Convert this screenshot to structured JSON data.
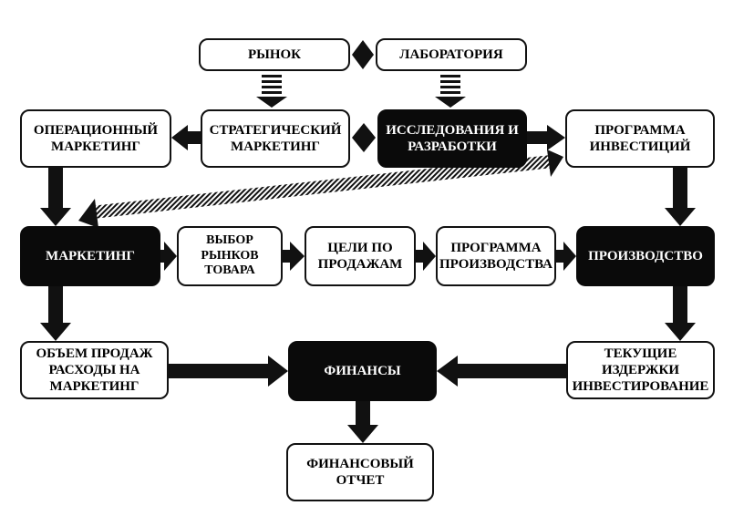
{
  "nodes": {
    "rynok": "РЫНОК",
    "laboratoriya": "ЛАБОРАТОРИЯ",
    "operatsionny_marketing": "ОПЕРАЦИОННЫЙ\nМАРКЕТИНГ",
    "strategichesky_marketing": "СТРАТЕГИЧЕСКИЙ\nМАРКЕТИНГ",
    "issledovaniya": "ИССЛЕДОВАНИЯ И\nРАЗРАБОТКИ",
    "programma_investitsy": "ПРОГРАММА\nИНВЕСТИЦИЙ",
    "marketing": "МАРКЕТИНГ",
    "vybor_rynkov": "ВЫБОР\nРЫНКОВ\nТОВАРА",
    "tseli_po_prodazham": "ЦЕЛИ ПО\nПРОДАЖАМ",
    "programma_proizvodstva": "ПРОГРАММА\nПРОИЗВОДСТВА",
    "proizvodstvo": "ПРОИЗВОДСТВО",
    "obem_prodazh": "ОБЪЕМ ПРОДАЖ\nРАСХОДЫ НА\nМАРКЕТИНГ",
    "finansy": "ФИНАНСЫ",
    "tekushchie_izderzhki": "ТЕКУЩИЕ\nИЗДЕРЖКИ\nИНВЕСТИРОВАНИЕ",
    "finansovy_otchet": "ФИНАНСОВЫЙ\nОТЧЕТ"
  },
  "colors": {
    "dark_fill": "#0a0a0a",
    "light_fill": "#ffffff",
    "arrow": "#111111"
  }
}
